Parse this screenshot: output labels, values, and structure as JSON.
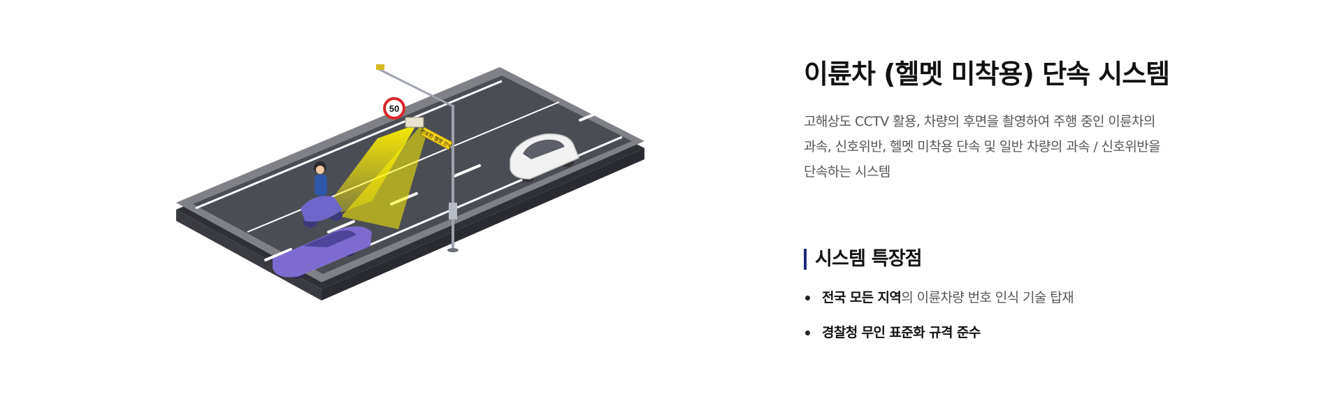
{
  "illustration": {
    "speed_sign": "50",
    "pole_board": "번호판·헬멧 인식",
    "colors": {
      "road": "#4b4d55",
      "road_edge": "#7d7e83",
      "beam": "#fff200",
      "car": "#7d6bd0",
      "scooter": "#6f66c9",
      "white_car": "#f2f2f2"
    },
    "icons": [
      "speed-limit-sign-icon",
      "cctv-camera-icon",
      "scooter-icon",
      "car-icon"
    ]
  },
  "content": {
    "title": "이륜차 (헬멧 미착용) 단속 시스템",
    "description_lines": [
      "고해상도 CCTV 활용, 차량의 후면을 촬영하여 주행 중인 이륜차의",
      "과속, 신호위반, 헬멧 미착용 단속 및 일반 차량의 과속 / 신호위반을",
      "단속하는 시스템"
    ],
    "features_heading": "시스템 특장점",
    "features": [
      {
        "bold": "전국 모든 지역",
        "rest": "의 이륜차량 번호 인식 기술 탑재"
      },
      {
        "bold": "경찰청 무인 표준화 규격 준수",
        "rest": ""
      }
    ]
  }
}
